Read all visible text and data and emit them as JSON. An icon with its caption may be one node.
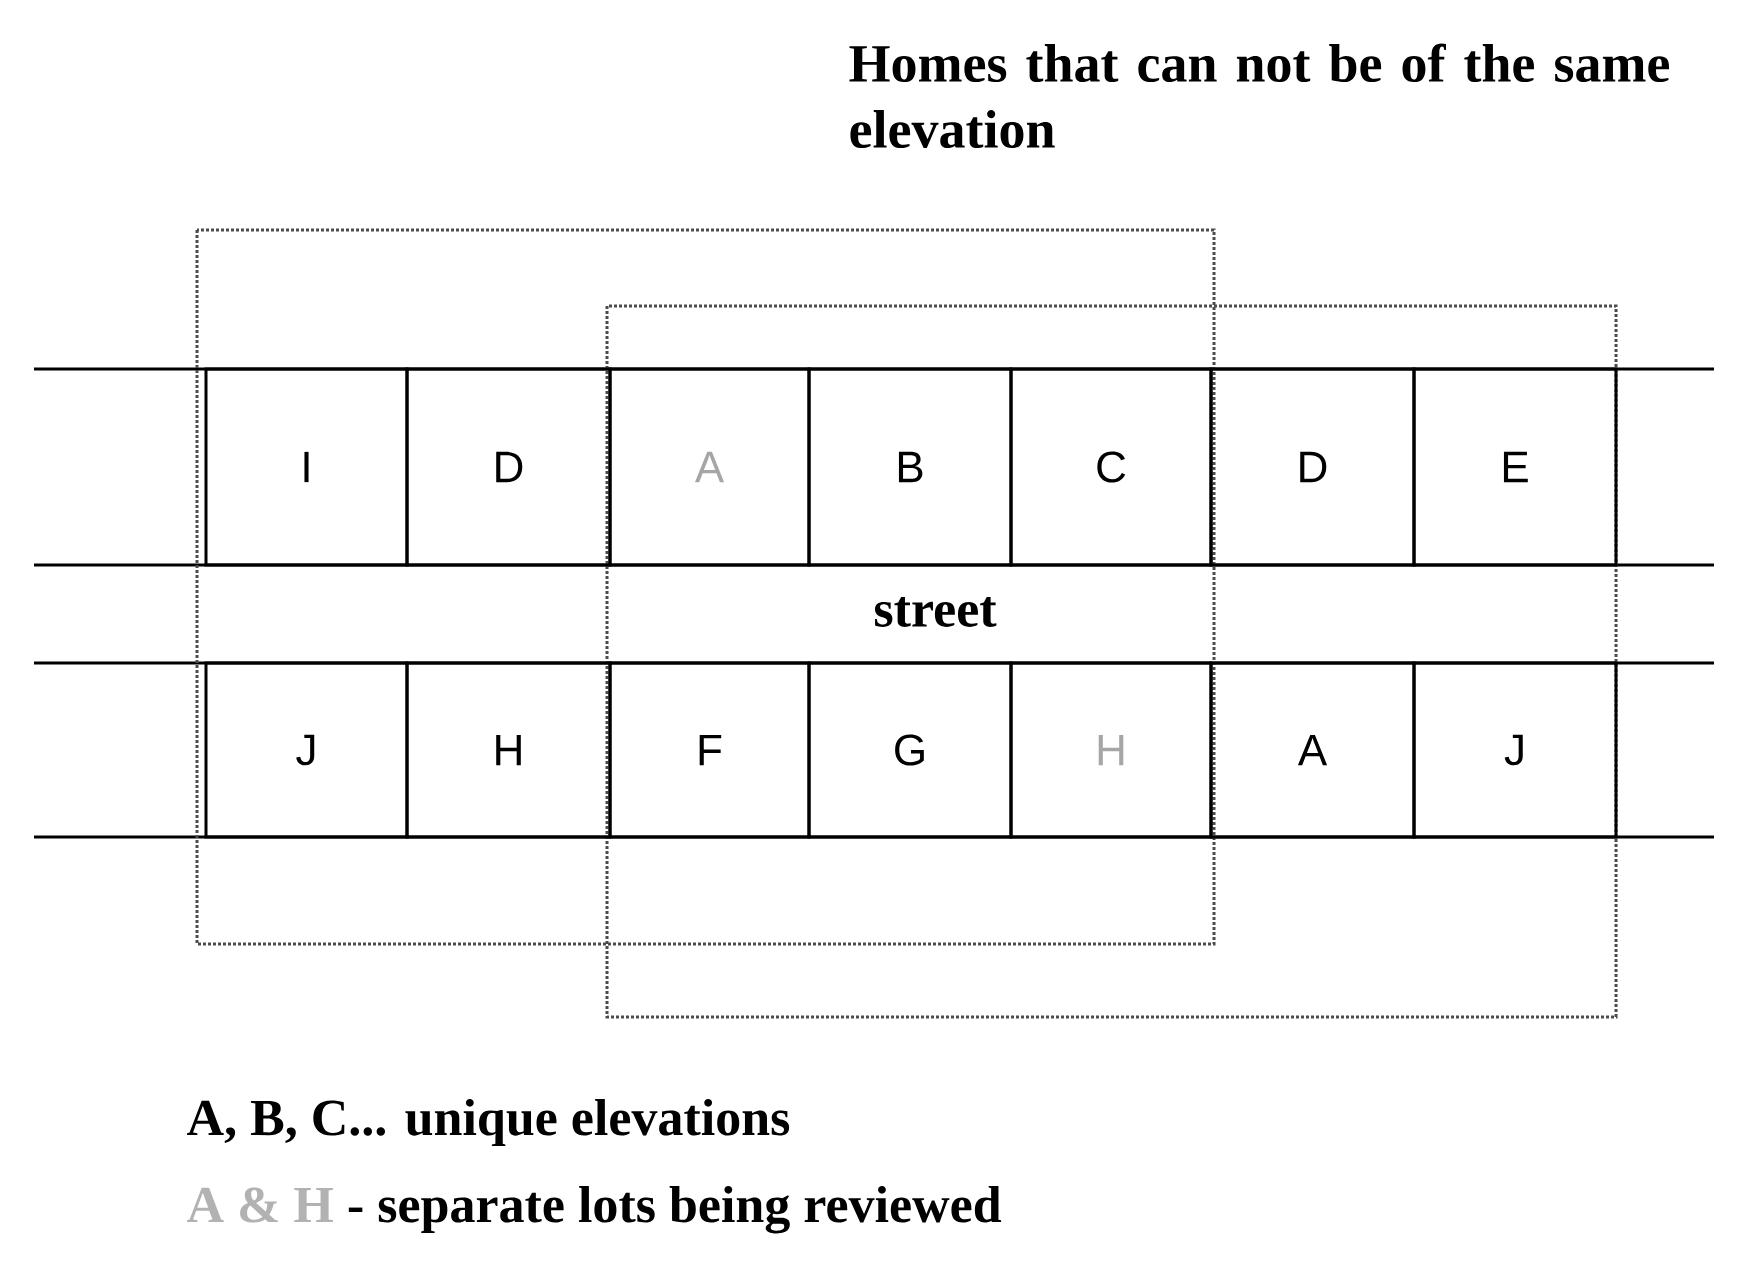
{
  "diagram": {
    "title": "Homes that can not be of the same elevation",
    "nodes": [
      {
        "text": [
          "I"
        ]
      },
      {
        "text": [
          "D"
        ]
      },
      {
        "text": [
          "A"
        ]
      },
      {
        "text": [
          "B"
        ]
      },
      {
        "text": [
          "C"
        ]
      },
      {
        "text": [
          "D"
        ]
      },
      {
        "text": [
          "E"
        ]
      },
      {
        "text": [
          "J"
        ]
      },
      {
        "text": [
          "H"
        ]
      },
      {
        "text": [
          "F"
        ]
      },
      {
        "text": [
          "G"
        ]
      },
      {
        "text": [
          "H"
        ]
      },
      {
        "text": [
          "A"
        ]
      },
      {
        "text": [
          "J"
        ]
      }
    ],
    "labels": [
      "street",
      "A, B, C... unique elevations",
      "A & H",
      "- separate lots being reviewed"
    ]
  }
}
